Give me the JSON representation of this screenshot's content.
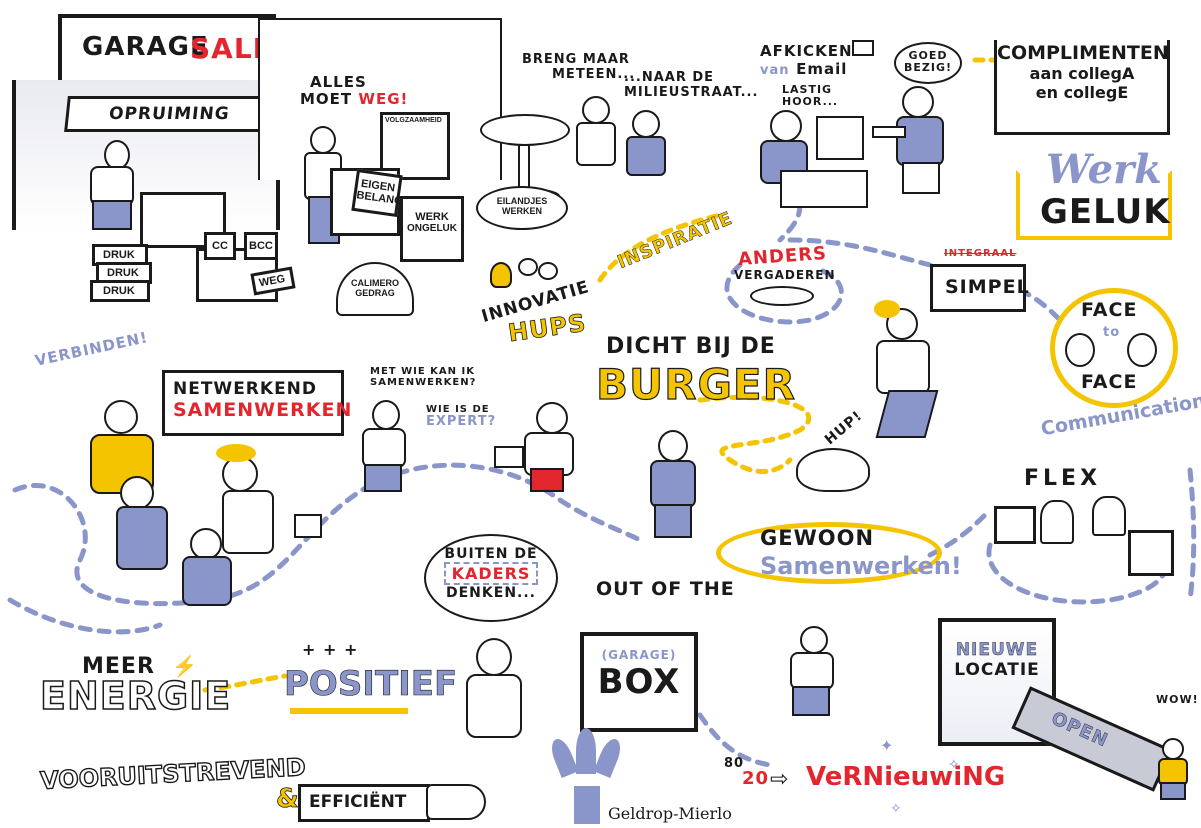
{
  "colors": {
    "ink": "#1a1a1a",
    "red": "#e3262d",
    "yellow": "#f5c400",
    "blue": "#8a95c9",
    "grey": "#c8cbd6"
  },
  "top": {
    "garage": "GARAGE",
    "sale": "SALE",
    "opruiming": "OPRUIMING",
    "druk1": "DRUK",
    "druk2": "DRUK",
    "druk3": "DRUK",
    "cc": "CC",
    "bcc": "BCC",
    "weg_tag": "WEG",
    "alles": "ALLES",
    "moet": "MOET",
    "weg": "WEG",
    "weg_bang": "!",
    "volgzaamheid": "VOLGZAAMHEID",
    "eigen": "EIGEN",
    "belang": "BELANG",
    "werk": "WERK",
    "ongeluk": "ONGELUK",
    "calimero1": "CALIMERO",
    "calimero2": "GEDRAG",
    "breng1": "BRENG MAAR",
    "breng2": "METEEN...",
    "naar1": "...NAAR DE",
    "naar2": "MILIEUSTRAAT...",
    "eiland1": "EILANDJES",
    "eiland2": "WERKEN",
    "afkicken": "AFKICKEN",
    "van": "van",
    "email": "Email",
    "lastig1": "LASTIG",
    "lastig2": "HOOR...",
    "goed1": "GOED",
    "goed2": "BEZIG!",
    "compl1": "COMPLIMENTEN",
    "compl2a": "aan collega",
    "compl3a": "en college",
    "compl2": "aan collegA",
    "compl3": "en collegE",
    "werk_script": "Werk",
    "geluk": "GELUK"
  },
  "middle": {
    "inspiratie": "INSPIRATIE",
    "innovatie": "INNOVATIE",
    "hups": "HUPS",
    "anders": "ANDERS",
    "vergaderen": "VERGADEREN",
    "integraal": "INTEGRAAL",
    "simpel": "SIMPEL",
    "face1": "FACE",
    "face_to": "to",
    "face2": "FACE",
    "communication": "Communication",
    "verbinden": "VERBINDEN!",
    "netwerkend": "NETWERKEND",
    "samenwerken": "SAMENWERKEN",
    "metwie1": "MET WIE KAN IK",
    "metwie2": "SAMENWERKEN?",
    "wieis1": "WIE IS DE",
    "wieis2": "EXPERT?",
    "dichtbij": "DICHT BIJ DE",
    "burger": "BURGER",
    "hup": "HUP!",
    "flex": "FLEX",
    "gewoon": "GEWOON",
    "samenwerken2": "Samenwerken!"
  },
  "bottom": {
    "buiten": "BUITEN DE",
    "kaders": "KADERS",
    "denken": "DENKEN...",
    "outofthe": "OUT OF THE",
    "garagebox": "(GARAGE)",
    "box": "BOX",
    "nieuwe": "NIEUWE",
    "locatie": "LOCATIE",
    "open": "OPEN",
    "wow": "WOW!",
    "meer": "MEER",
    "energie": "ENERGIE",
    "positief": "POSITIEF",
    "plusses": "+ + +",
    "vooruit": "VOORUITSTREVEND",
    "amp": "&",
    "efficient": "EFFICIËNT",
    "ratio_top": "80",
    "ratio_bottom": "20",
    "vernieuwing": "VeRNieuwiNG",
    "logo_text": "Geldrop-Mierlo"
  }
}
